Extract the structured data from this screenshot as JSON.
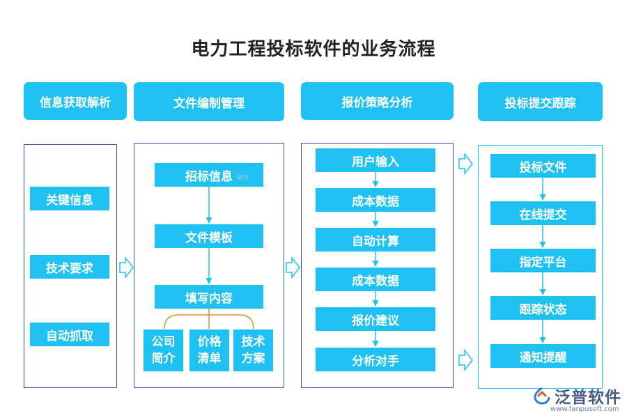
{
  "title": "电力工程投标软件的业务流程",
  "headers": [
    "信息获取解析",
    "文件编制管理",
    "报价策略分析",
    "投标提交跟踪"
  ],
  "col1": {
    "items": [
      "关键信息",
      "技术要求",
      "自动抓取"
    ]
  },
  "col2": {
    "steps": [
      "招标信息",
      "文件模板",
      "填写内容"
    ],
    "subs": [
      {
        "line1": "公司",
        "line2": "简介"
      },
      {
        "line1": "价格",
        "line2": "清单"
      },
      {
        "line1": "技术",
        "line2": "方案"
      }
    ],
    "watermark": "软件"
  },
  "col3": {
    "steps": [
      "用户输入",
      "成本数据",
      "自动计算",
      "成本数据",
      "报价建议",
      "分析对手"
    ]
  },
  "col4": {
    "steps": [
      "投标文件",
      "在线提交",
      "指定平台",
      "跟踪状态",
      "通知提醒"
    ]
  },
  "logo": {
    "name": "泛普软件",
    "url": "www.fanpusoft.com"
  },
  "colors": {
    "accent": "#1ec1f2",
    "panel_border": "#3a4fa8",
    "connector": "#e58a2e",
    "arrow": "#1ec1f2"
  }
}
